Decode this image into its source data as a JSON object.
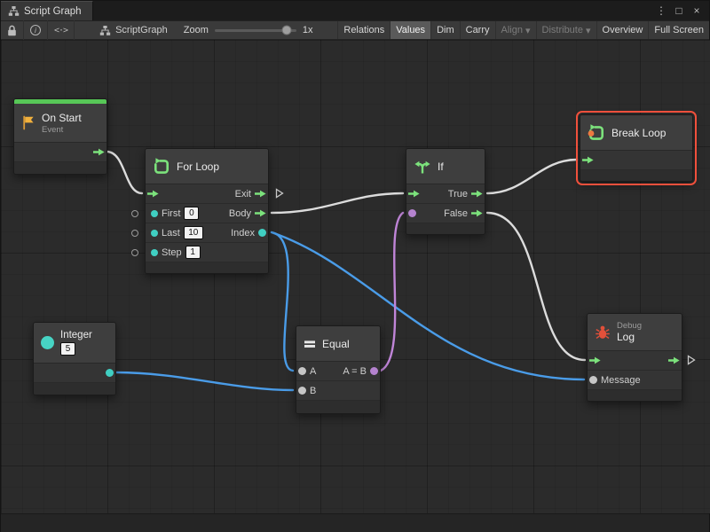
{
  "window": {
    "tab": "Script Graph",
    "controls": {
      "menu": "⋮",
      "maximize": "□",
      "close": "×"
    }
  },
  "toolbar": {
    "info_glyph": "i",
    "code_glyph": "<·>",
    "breadcrumb": "ScriptGraph",
    "zoom_label": "Zoom",
    "zoom_value": "1x",
    "relations": "Relations",
    "values": "Values",
    "dim": "Dim",
    "carry": "Carry",
    "align": "Align",
    "distribute": "Distribute",
    "overview": "Overview",
    "fullscreen": "Full Screen",
    "dropdown_arrow": "▾"
  },
  "nodes": {
    "on_start": {
      "title": "On Start",
      "subtitle": "Event"
    },
    "for_loop": {
      "title": "For Loop",
      "exit": "Exit",
      "body": "Body",
      "index": "Index",
      "first": "First",
      "last": "Last",
      "step": "Step",
      "first_value": "0",
      "last_value": "10",
      "step_value": "1"
    },
    "if": {
      "title": "If",
      "true": "True",
      "false": "False"
    },
    "break_loop": {
      "title": "Break Loop"
    },
    "integer": {
      "title": "Integer",
      "value": "5"
    },
    "equal": {
      "title": "Equal",
      "a": "A",
      "b": "B",
      "output": "A = B"
    },
    "debug_log": {
      "category": "Debug",
      "title": "Log",
      "message": "Message"
    }
  },
  "colors": {
    "flow_green": "#7ce27c",
    "integer_teal": "#40cfc2",
    "bool_purple": "#b583cf",
    "wire_blue": "#4a9ce8",
    "wire_white": "#dcdcdc",
    "selection_red": "#f0503c",
    "onstart_strip": "#57c757"
  }
}
